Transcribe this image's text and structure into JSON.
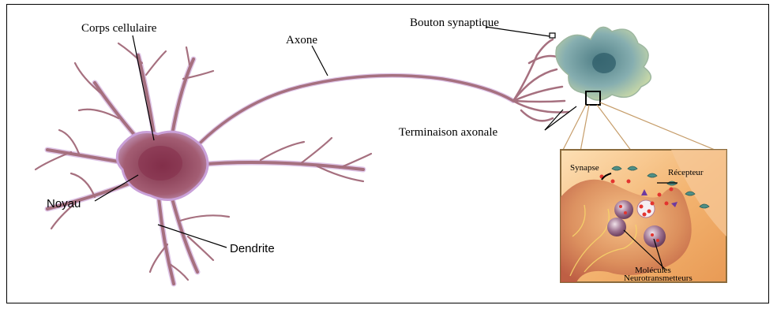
{
  "labels": {
    "cell_body": "Corps cellulaire",
    "axon": "Axone",
    "synaptic_button": "Bouton synaptique",
    "axon_terminal": "Terminaison axonale",
    "nucleus": "Noyau",
    "dendrite": "Dendrite",
    "synapse": "Synapse",
    "receptor": "Récepteur",
    "molecules": "Molécules",
    "neurotransmitters": "Neurotransmetteurs"
  },
  "colors": {
    "neuron": "#a6707f",
    "neuron_dark": "#7a3c50",
    "nucleus": "#8e3f57",
    "neuron_outline": "#c9a0d8",
    "target_cell": "#7fa6a8",
    "inset_bg": "#f0b36d",
    "inset_border": "#8a6b3d"
  }
}
